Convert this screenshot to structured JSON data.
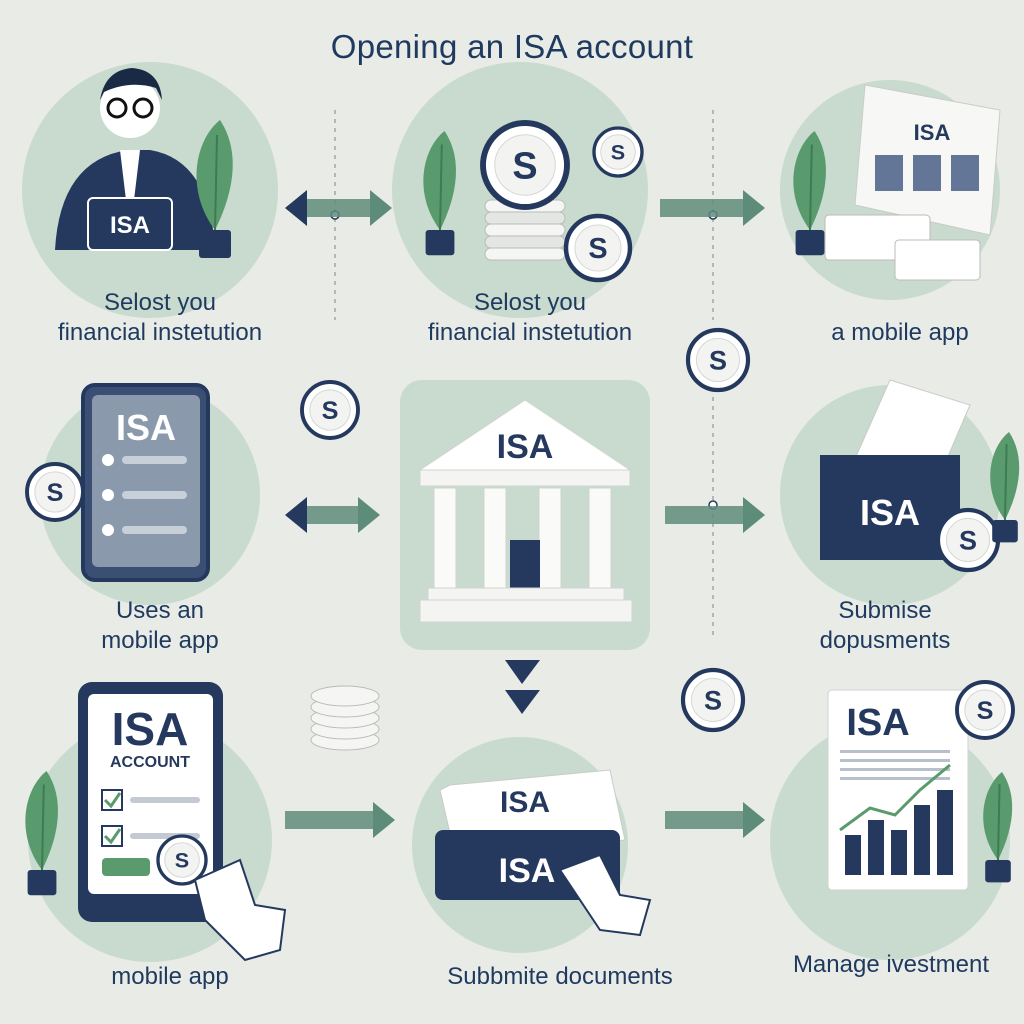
{
  "title": "Opening an ISA account",
  "colors": {
    "background": "#e9ebe7",
    "circle": "#bcd6c6",
    "navy": "#25395e",
    "green": "#5a9b6e",
    "arrow": "#5e8c7a",
    "white": "#ffffff"
  },
  "steps": [
    {
      "id": "r1c1",
      "lines": [
        "Selost you",
        "financial instetution"
      ],
      "icon": "person-holding-isa-icon",
      "badge": "ISA"
    },
    {
      "id": "r1c2",
      "lines": [
        "Selost you",
        "financial instetution"
      ],
      "icon": "coins-icon",
      "badge": "S"
    },
    {
      "id": "r1c3",
      "lines": [
        "a mobile app"
      ],
      "icon": "documents-icon",
      "badge": "ISA"
    },
    {
      "id": "r2c1",
      "lines": [
        "Uses an",
        "mobile app"
      ],
      "icon": "tablet-icon",
      "badge": "ISA"
    },
    {
      "id": "r2c2",
      "lines": [],
      "icon": "bank-icon",
      "badge": "ISA"
    },
    {
      "id": "r2c3",
      "lines": [
        "Submise",
        "dopusments"
      ],
      "icon": "document-box-icon",
      "badge": "ISA"
    },
    {
      "id": "r3c1",
      "lines": [
        "mobile app"
      ],
      "icon": "isa-account-form-icon",
      "badge": "ISA",
      "badge2": "ACCOUNT"
    },
    {
      "id": "r3c2",
      "lines": [
        "Subbmite documents"
      ],
      "icon": "wallet-icon",
      "badge": "ISA"
    },
    {
      "id": "r3c3",
      "lines": [
        "Manage ivestment"
      ],
      "icon": "growth-chart-icon",
      "badge": "ISA"
    }
  ],
  "coin_symbol": "S"
}
